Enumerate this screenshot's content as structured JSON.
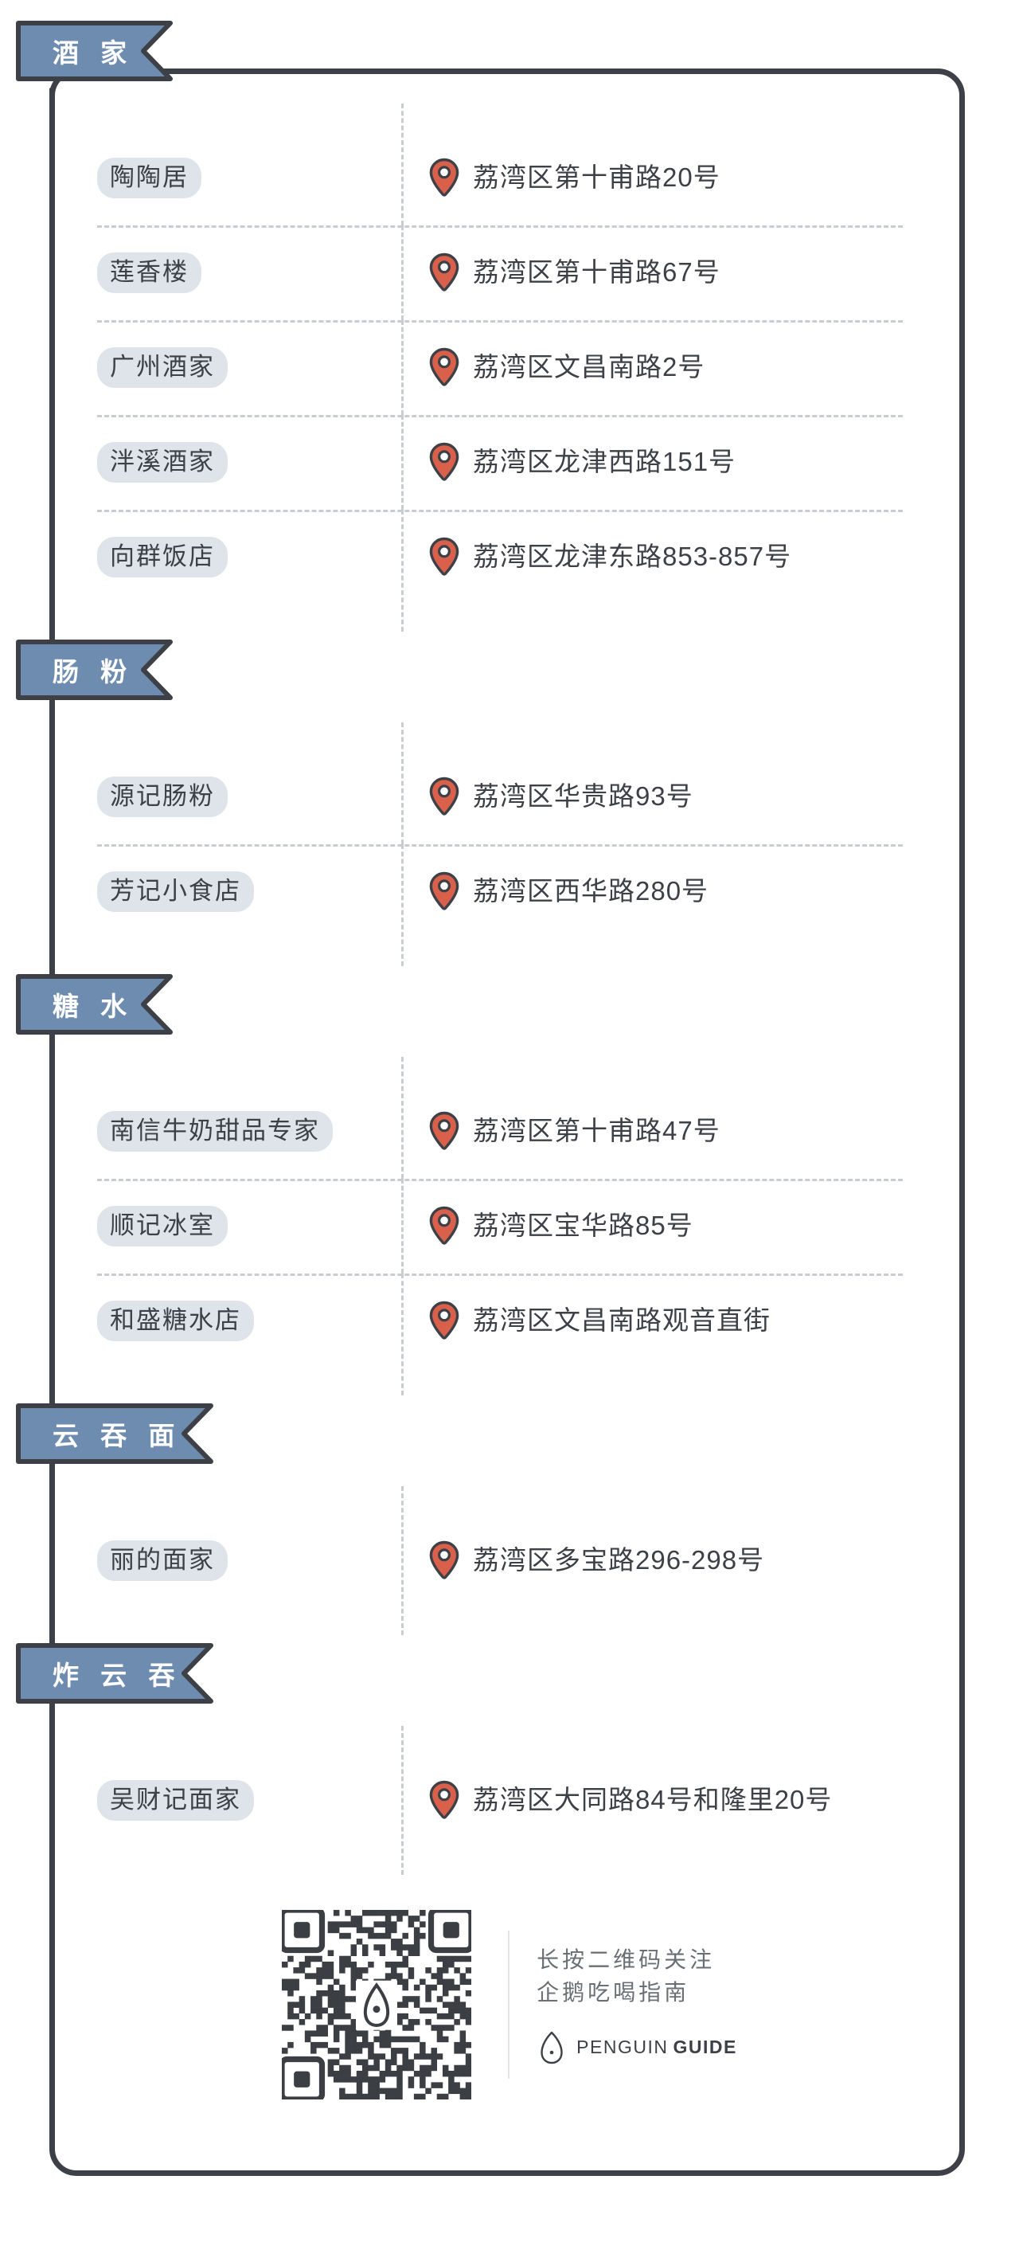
{
  "brand": {
    "accent_blue": "#6d8cb0",
    "outline_dark": "#3d4046",
    "chip_bg": "#dee4ea",
    "pin_red": "#d9604a"
  },
  "sections": [
    {
      "title": "酒 家",
      "rows": [
        {
          "name": "陶陶居",
          "address": "荔湾区第十甫路20号"
        },
        {
          "name": "莲香楼",
          "address": "荔湾区第十甫路67号"
        },
        {
          "name": "广州酒家",
          "address": "荔湾区文昌南路2号"
        },
        {
          "name": "泮溪酒家",
          "address": "荔湾区龙津西路151号"
        },
        {
          "name": "向群饭店",
          "address": "荔湾区龙津东路853-857号"
        }
      ]
    },
    {
      "title": "肠 粉",
      "rows": [
        {
          "name": "源记肠粉",
          "address": "荔湾区华贵路93号"
        },
        {
          "name": "芳记小食店",
          "address": "荔湾区西华路280号"
        }
      ]
    },
    {
      "title": "糖 水",
      "rows": [
        {
          "name": "南信牛奶甜品专家",
          "address": "荔湾区第十甫路47号"
        },
        {
          "name": "顺记冰室",
          "address": "荔湾区宝华路85号"
        },
        {
          "name": "和盛糖水店",
          "address": "荔湾区文昌南路观音直街"
        }
      ]
    },
    {
      "title": "云 吞 面",
      "rows": [
        {
          "name": "丽的面家",
          "address": "荔湾区多宝路296-298号"
        }
      ]
    },
    {
      "title": "炸 云 吞",
      "rows": [
        {
          "name": "吴财记面家",
          "address": "荔湾区大同路84号和隆里20号"
        }
      ]
    }
  ],
  "footer": {
    "line1": "长按二维码关注",
    "line2": "企鹅吃喝指南",
    "logo_word1": "PENGUIN",
    "logo_word2": "GUIDE"
  }
}
